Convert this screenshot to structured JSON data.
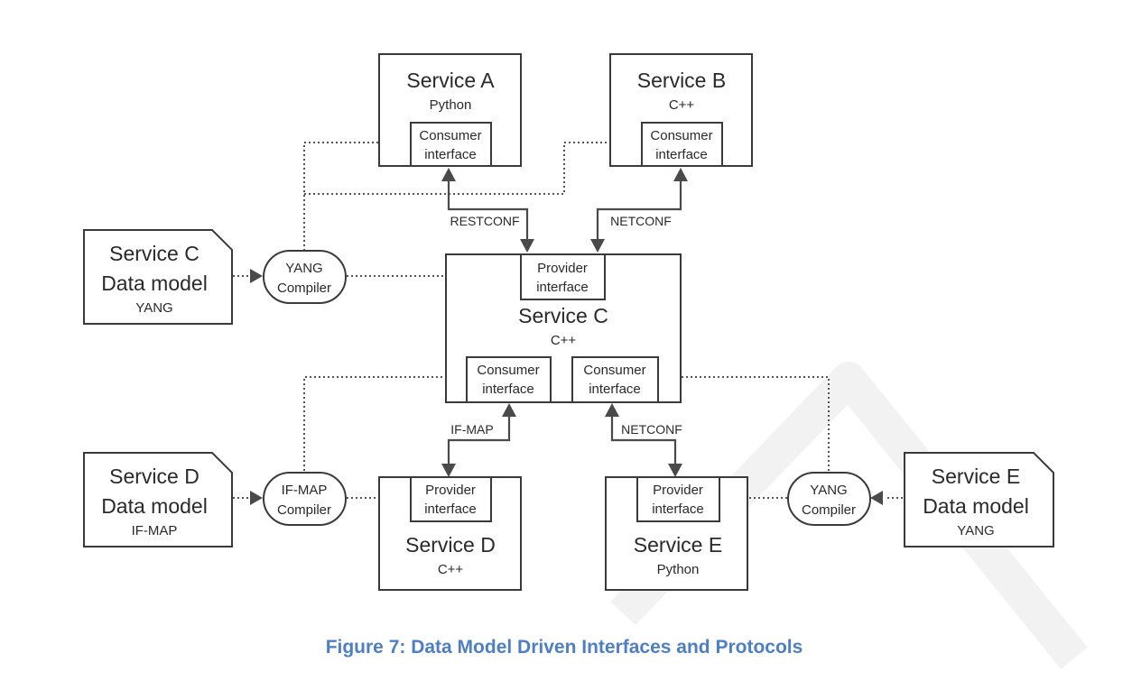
{
  "caption": "Figure 7: Data Model Driven Interfaces and Protocols",
  "services": {
    "a": {
      "title": "Service A",
      "lang": "Python",
      "iface_line1": "Consumer",
      "iface_line2": "interface"
    },
    "b": {
      "title": "Service B",
      "lang": "C++",
      "iface_line1": "Consumer",
      "iface_line2": "interface"
    },
    "c": {
      "title": "Service C",
      "lang": "C++",
      "provider_line1": "Provider",
      "provider_line2": "interface",
      "consumer_left_line1": "Consumer",
      "consumer_left_line2": "interface",
      "consumer_right_line1": "Consumer",
      "consumer_right_line2": "interface"
    },
    "d": {
      "title": "Service D",
      "lang": "C++",
      "iface_line1": "Provider",
      "iface_line2": "interface"
    },
    "e": {
      "title": "Service E",
      "lang": "Python",
      "iface_line1": "Provider",
      "iface_line2": "interface"
    }
  },
  "data_models": {
    "c": {
      "line1": "Service C",
      "line2": "Data model",
      "format": "YANG"
    },
    "d": {
      "line1": "Service D",
      "line2": "Data model",
      "format": "IF-MAP"
    },
    "e": {
      "line1": "Service E",
      "line2": "Data model",
      "format": "YANG"
    }
  },
  "compilers": {
    "c": {
      "line1": "YANG",
      "line2": "Compiler"
    },
    "d": {
      "line1": "IF-MAP",
      "line2": "Compiler"
    },
    "e": {
      "line1": "YANG",
      "line2": "Compiler"
    }
  },
  "protocols": {
    "a_c": "RESTCONF",
    "b_c": "NETCONF",
    "d_c": "IF-MAP",
    "e_c": "NETCONF"
  }
}
